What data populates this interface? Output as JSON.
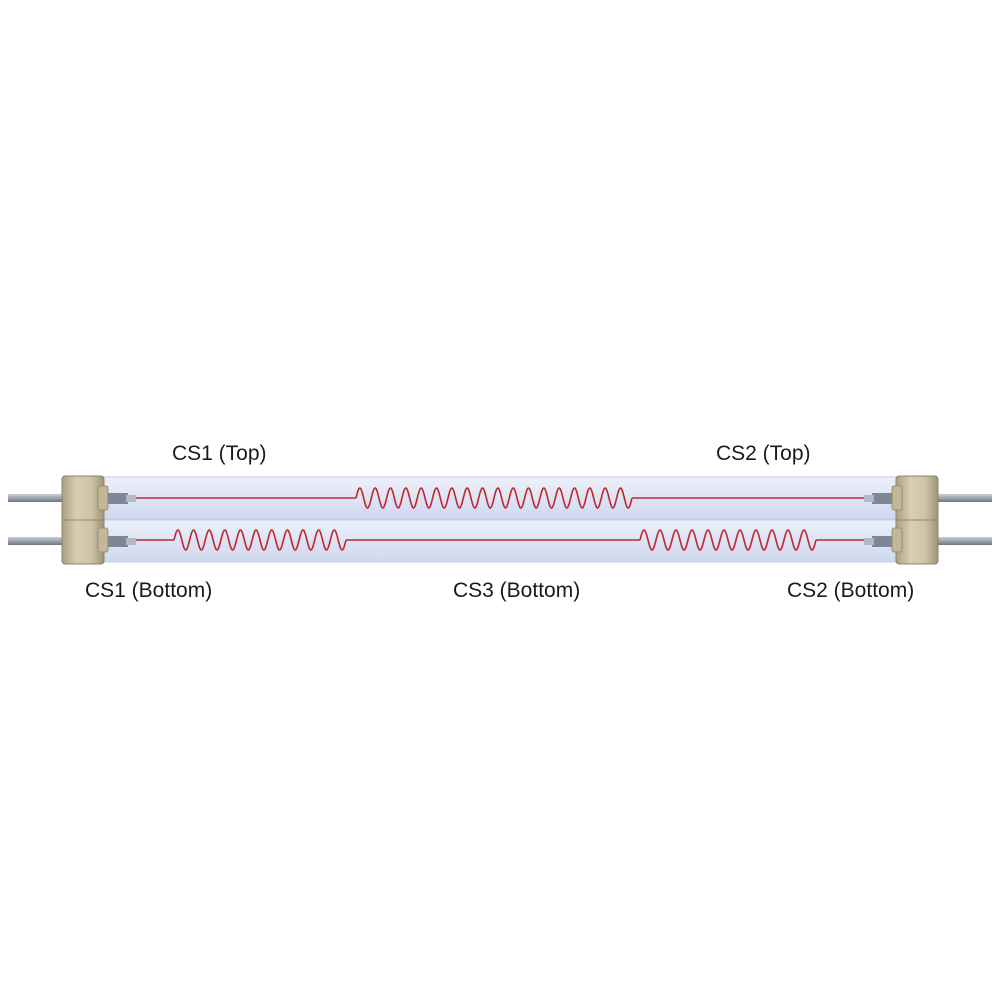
{
  "labels": {
    "cs1_top": "CS1 (Top)",
    "cs2_top": "CS2 (Top)",
    "cs1_bottom": "CS1 (Bottom)",
    "cs3_bottom": "CS3 (Bottom)",
    "cs2_bottom": "CS2 (Bottom)"
  },
  "colors": {
    "coil": "#c0272d",
    "tube": "#dde4f4",
    "tube_edge": "#c5cee6",
    "end_cap": "#cdc3a6",
    "end_cap_shadow": "#9c937a",
    "lead_wire": "#9aa3b0",
    "background": "#ffffff"
  },
  "tubes": [
    {
      "name": "top-tube",
      "segments": [
        {
          "type": "straight"
        },
        {
          "type": "coil",
          "turns": 18
        },
        {
          "type": "straight"
        }
      ]
    },
    {
      "name": "bottom-tube",
      "segments": [
        {
          "type": "coil",
          "turns": 11
        },
        {
          "type": "straight"
        },
        {
          "type": "coil",
          "turns": 11
        }
      ]
    }
  ]
}
